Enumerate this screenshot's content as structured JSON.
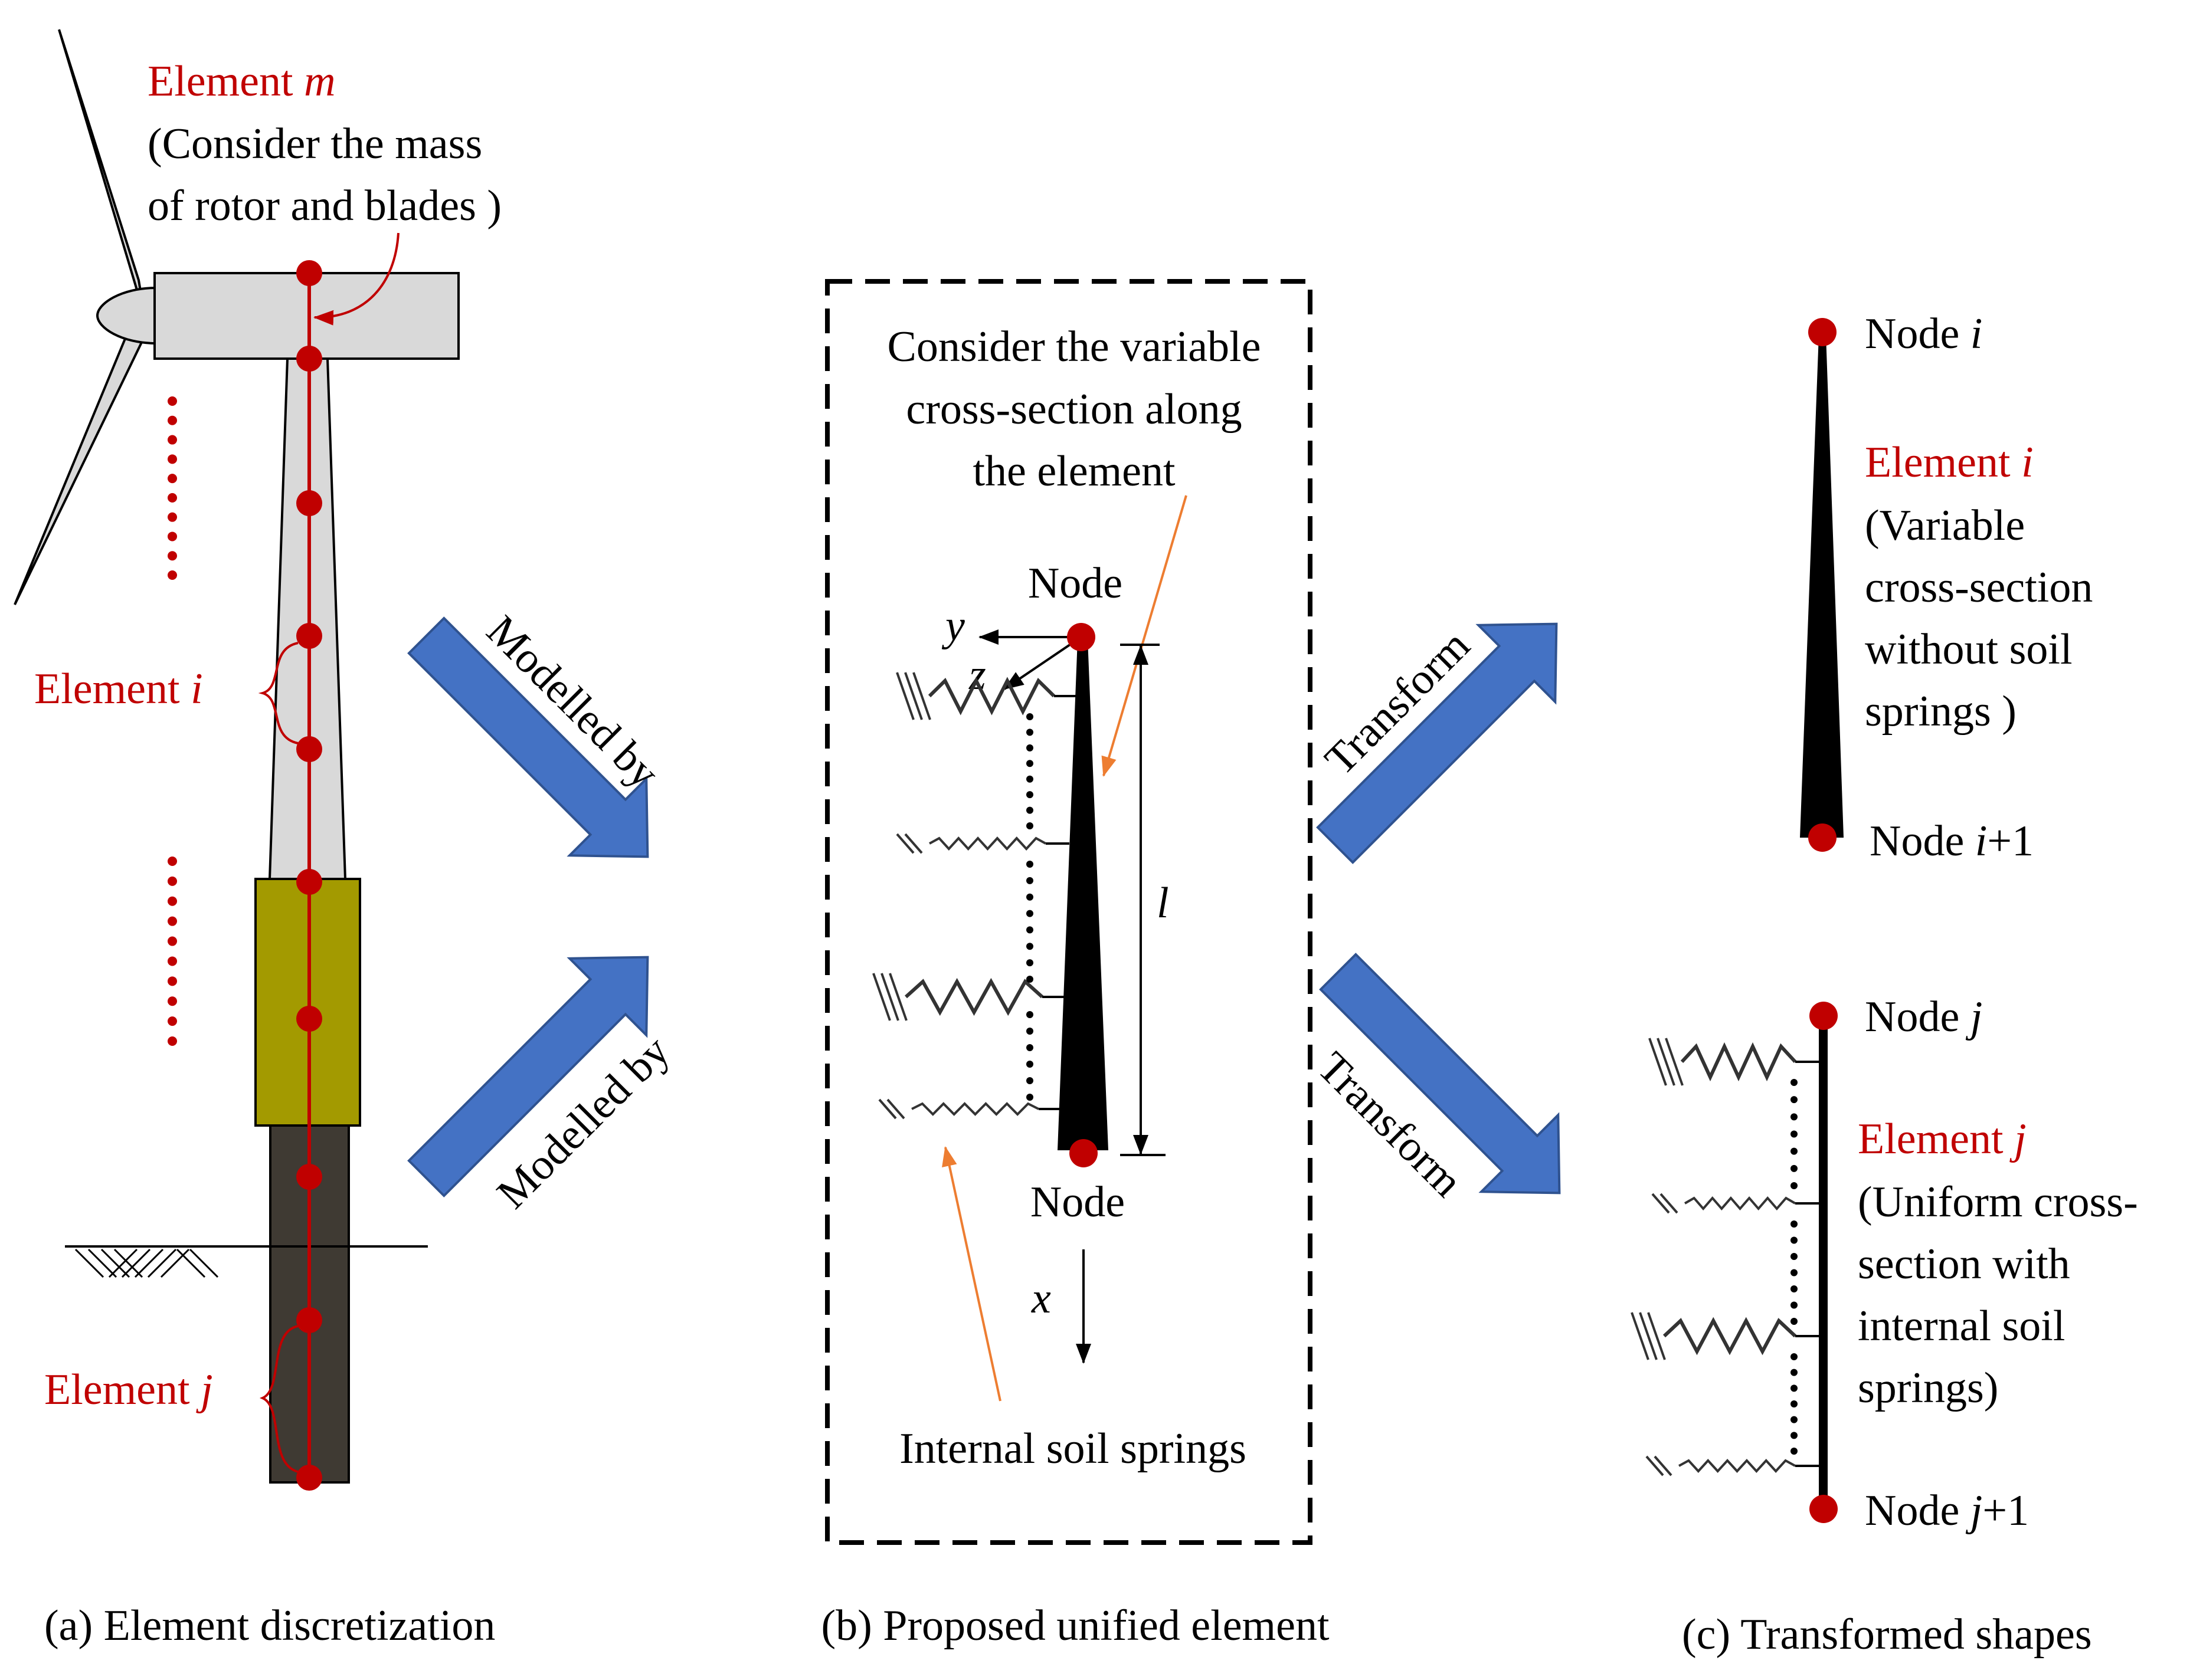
{
  "colors": {
    "node_red": "#c00000",
    "label_red": "#c00000",
    "arrow_blue": "#4472c4",
    "arrow_blue_edge": "#2f528f",
    "tower_gray": "#d9d9d9",
    "transition_piece": "#a39a00",
    "pile_dark": "#3f3a33",
    "leader_orange": "#ed7d31"
  },
  "panel_a": {
    "element_m_prefix": "Element ",
    "element_m_var": "m",
    "element_m_note_line1": "(Consider the mass",
    "element_m_note_line2": "of rotor and blades )",
    "element_i_prefix": "Element ",
    "element_i_var": "i",
    "element_j_prefix": "Element ",
    "element_j_var": "j",
    "caption": "(a) Element discretization"
  },
  "arrows": {
    "modelled_by_top": "Modelled by",
    "modelled_by_bottom": "Modelled by",
    "transform_top": "Transform",
    "transform_bottom": "Transform"
  },
  "panel_b": {
    "note_line1": "Consider the variable",
    "note_line2": "cross-section along",
    "note_line3": "the element",
    "node_top": "Node",
    "node_bottom": "Node",
    "axis_y": "y",
    "axis_z": "z",
    "axis_x": "x",
    "length": "l",
    "springs_label": "Internal soil springs",
    "caption": "(b) Proposed unified element"
  },
  "panel_c": {
    "node_i_prefix": "Node ",
    "node_i_var": "i",
    "element_i_prefix": "Element ",
    "element_i_var": "i",
    "element_i_note_line1": "(Variable",
    "element_i_note_line2": "cross-section",
    "element_i_note_line3": "without soil",
    "element_i_note_line4": "springs )",
    "node_i1_prefix": "Node ",
    "node_i1_var": "i",
    "node_i1_suffix": "+1",
    "node_j_prefix": "Node ",
    "node_j_var": "j",
    "element_j_prefix": "Element ",
    "element_j_var": "j",
    "element_j_note_line1": "(Uniform cross-",
    "element_j_note_line2": "section with",
    "element_j_note_line3": "internal soil",
    "element_j_note_line4": "springs)",
    "node_j1_prefix": "Node ",
    "node_j1_var": "j",
    "node_j1_suffix": "+1",
    "caption": "(c) Transformed shapes"
  }
}
